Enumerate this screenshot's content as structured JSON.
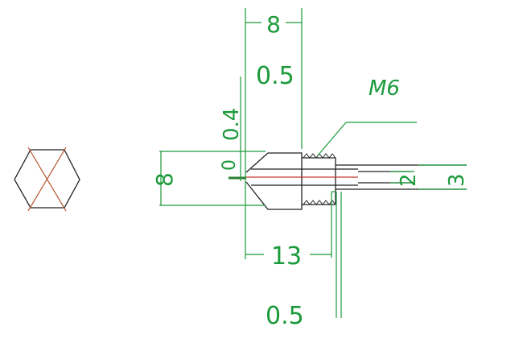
{
  "drawing": {
    "dim_top_width": "8",
    "dim_tip_thickness": "0.5",
    "dim_cone_tip": "0.4",
    "dim_tip_diameter": "0",
    "dim_height": "8",
    "dim_bore_small": "2",
    "dim_bore_large": "3",
    "dim_length": "13",
    "dim_bottom_thickness": "0.5",
    "thread_label": "M6"
  },
  "colors": {
    "outline": "#222222",
    "dimension": "#1a9a3a",
    "hexagon_diagonals": "#b5522a",
    "center_line": "#c0392b",
    "tip_line": "#2e7d32"
  }
}
